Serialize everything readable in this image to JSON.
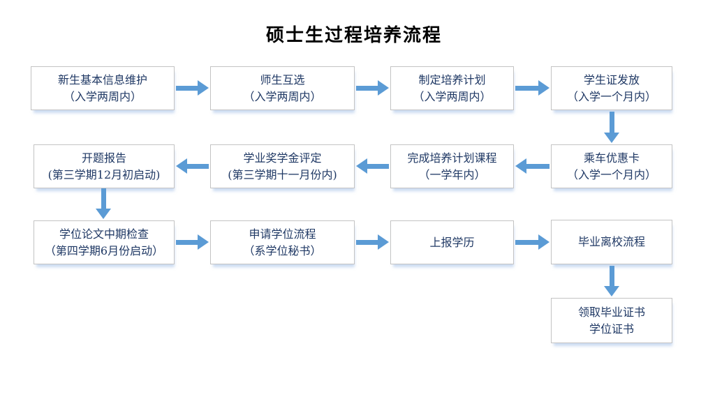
{
  "title": "硕士生过程培养流程",
  "flowchart": {
    "boxes": [
      {
        "id": "new-student-info",
        "line1": "新生基本信息维护",
        "line2": "（入学两周内）"
      },
      {
        "id": "mentor-student-selection",
        "line1": "师生互选",
        "line2": "（入学两周内）"
      },
      {
        "id": "make-training-plan",
        "line1": "制定培养计划",
        "line2": "（入学两周内）"
      },
      {
        "id": "student-id-issue",
        "line1": "学生证发放",
        "line2": "（入学一个月内）"
      },
      {
        "id": "bus-discount-card",
        "line1": "乘车优惠卡",
        "line2": "（入学一个月内）"
      },
      {
        "id": "complete-plan-courses",
        "line1": "完成培养计划课程",
        "line2": "（一学年内）"
      },
      {
        "id": "scholarship-evaluation",
        "line1": "学业奖学金评定",
        "line2": "(第三学期十一月份内)"
      },
      {
        "id": "proposal-report",
        "line1": "开题报告",
        "line2": "(第三学期12月初启动)"
      },
      {
        "id": "thesis-midterm-check",
        "line1": "学位论文中期检查",
        "line2": "（第四学期6月份启动）"
      },
      {
        "id": "degree-application",
        "line1": "申请学位流程",
        "line2": "（系学位秘书）"
      },
      {
        "id": "report-education-record",
        "line1": "上报学历",
        "line2": ""
      },
      {
        "id": "graduation-leave-process",
        "line1": "毕业离校流程",
        "line2": ""
      },
      {
        "id": "receive-certificates",
        "line1": "领取毕业证书",
        "line2": "学位证书"
      }
    ],
    "colors": {
      "arrow": "#5b9bd5",
      "box_text": "#1f3864",
      "box_border": "#c3c3c3",
      "box_shadow": "#a0bee6",
      "title_text": "#000000",
      "background": "#ffffff"
    }
  }
}
